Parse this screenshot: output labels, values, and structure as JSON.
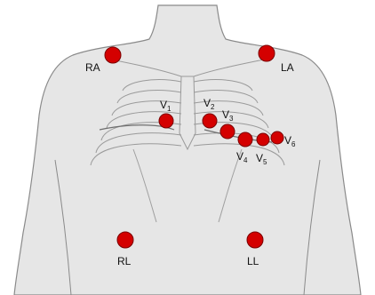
{
  "colors": {
    "skin": "#e6e6e6",
    "outline": "#8a8a8a",
    "ribs": "#9a9a9a",
    "electrode": "#d40000",
    "electrode_edge": "#7a0000",
    "text": "#111111"
  },
  "electrodes": [
    {
      "id": "RA",
      "label": "RA"
    },
    {
      "id": "LA",
      "label": "LA"
    },
    {
      "id": "V1",
      "label": "V",
      "sub": "1"
    },
    {
      "id": "V2",
      "label": "V",
      "sub": "2"
    },
    {
      "id": "V3",
      "label": "V",
      "sub": "3"
    },
    {
      "id": "V4",
      "label": "V",
      "sub": "4"
    },
    {
      "id": "V5",
      "label": "V",
      "sub": "5"
    },
    {
      "id": "V6",
      "label": "V",
      "sub": "6"
    },
    {
      "id": "RL",
      "label": "RL"
    },
    {
      "id": "LL",
      "label": "LL"
    }
  ]
}
